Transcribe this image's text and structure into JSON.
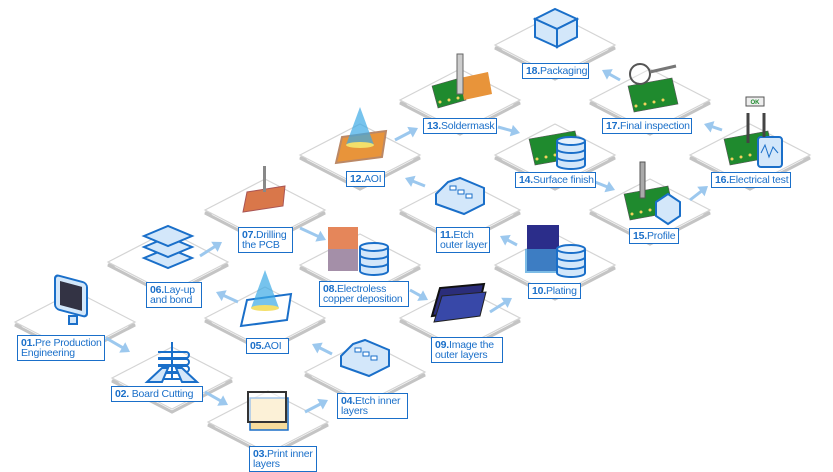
{
  "colors": {
    "accent": "#1a6fc9",
    "arrow": "#9cc8ee",
    "tile": "#cfcfcf",
    "pcb_green": "#1f8a2e",
    "pcb_orange": "#e8943a"
  },
  "steps": [
    {
      "num": "01.",
      "title": "Pre Production",
      "title2": "Engineering",
      "icon": "monitor-icon"
    },
    {
      "num": "02.",
      "title": " Board Cutting",
      "title2": "",
      "icon": "cutting-icon"
    },
    {
      "num": "03.",
      "title": "Print inner",
      "title2": "layers",
      "icon": "print-layers-icon"
    },
    {
      "num": "04.",
      "title": "Etch inner",
      "title2": "layers",
      "icon": "etch-icon"
    },
    {
      "num": "05.",
      "title": "AOI",
      "title2": "",
      "icon": "aoi-scan-icon"
    },
    {
      "num": "06.",
      "title": "Lay-up",
      "title2": "and bond",
      "icon": "layer-stack-icon"
    },
    {
      "num": "07.",
      "title": "Drilling",
      "title2": "the PCB",
      "icon": "drill-icon"
    },
    {
      "num": "08.",
      "title": "Electroless",
      "title2": "copper deposition",
      "icon": "copper-tank-icon"
    },
    {
      "num": "09.",
      "title": "Image the",
      "title2": "outer layers",
      "icon": "image-layers-icon"
    },
    {
      "num": "10.",
      "title": "Plating",
      "title2": "",
      "icon": "plating-icon"
    },
    {
      "num": "11.",
      "title": "Etch",
      "title2": "outer layer",
      "icon": "etch-icon"
    },
    {
      "num": "12.",
      "title": "AOI",
      "title2": "",
      "icon": "aoi-scan-icon"
    },
    {
      "num": "13.",
      "title": "Soldermask",
      "title2": "",
      "icon": "soldermask-icon"
    },
    {
      "num": "14.",
      "title": "Surface finish",
      "title2": "",
      "icon": "surface-finish-icon"
    },
    {
      "num": "15.",
      "title": "Profile",
      "title2": "",
      "icon": "profile-icon"
    },
    {
      "num": "16.",
      "title": "Electrical test",
      "title2": "",
      "icon": "electrical-test-icon"
    },
    {
      "num": "17.",
      "title": "Final inspection",
      "title2": "",
      "icon": "magnifier-icon"
    },
    {
      "num": "18.",
      "title": "Packaging",
      "title2": "",
      "icon": "box-icon"
    }
  ],
  "ok_badge": "OK"
}
